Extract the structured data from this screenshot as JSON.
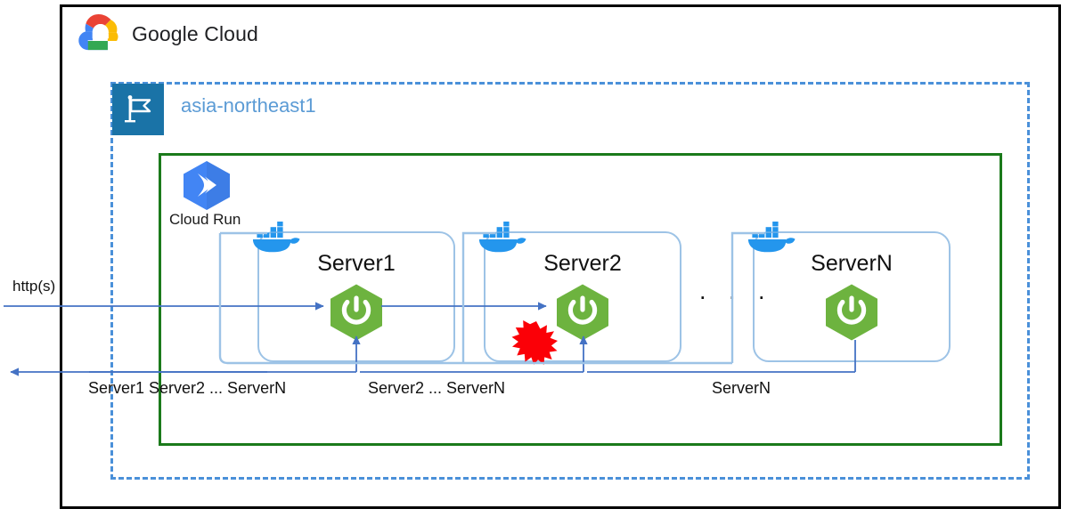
{
  "diagram": {
    "title": "Google Cloud Run multi-server request flow",
    "header": {
      "logo_icon": "google-cloud-logo-icon",
      "title": "Google Cloud"
    },
    "region": {
      "badge_icon": "region-flag-icon",
      "name": "asia-northeast1",
      "border_color": "#4a90d9"
    },
    "service": {
      "icon": "cloud-run-icon",
      "name": "Cloud Run",
      "border_color": "#1b7a1b"
    },
    "servers": [
      {
        "name": "Server1",
        "container_icon": "docker-whale-icon",
        "runtime_icon": "spring-boot-icon",
        "failed": false
      },
      {
        "name": "Server2",
        "container_icon": "docker-whale-icon",
        "runtime_icon": "spring-boot-icon",
        "failed": true,
        "failure_icon": "explosion-burst-icon"
      },
      {
        "name": "ServerN",
        "container_icon": "docker-whale-icon",
        "runtime_icon": "spring-boot-icon",
        "failed": false
      }
    ],
    "ellipsis": ". . .",
    "flow": {
      "ingress_label": "http(s)",
      "return_labels": [
        "Server1 Server2 ... ServerN",
        "Server2 ... ServerN",
        "ServerN"
      ],
      "arrow_color": "#4472c4",
      "card_border_color": "#9dc3e6"
    },
    "colors": {
      "outer_frame": "#000000",
      "region_dashed": "#4a90d9",
      "cloud_run_green": "#1b7a1b",
      "spring_green": "#6db33f",
      "docker_blue": "#2496ed",
      "explosion_red": "#fb0007",
      "region_text": "#5b9bd5"
    }
  }
}
